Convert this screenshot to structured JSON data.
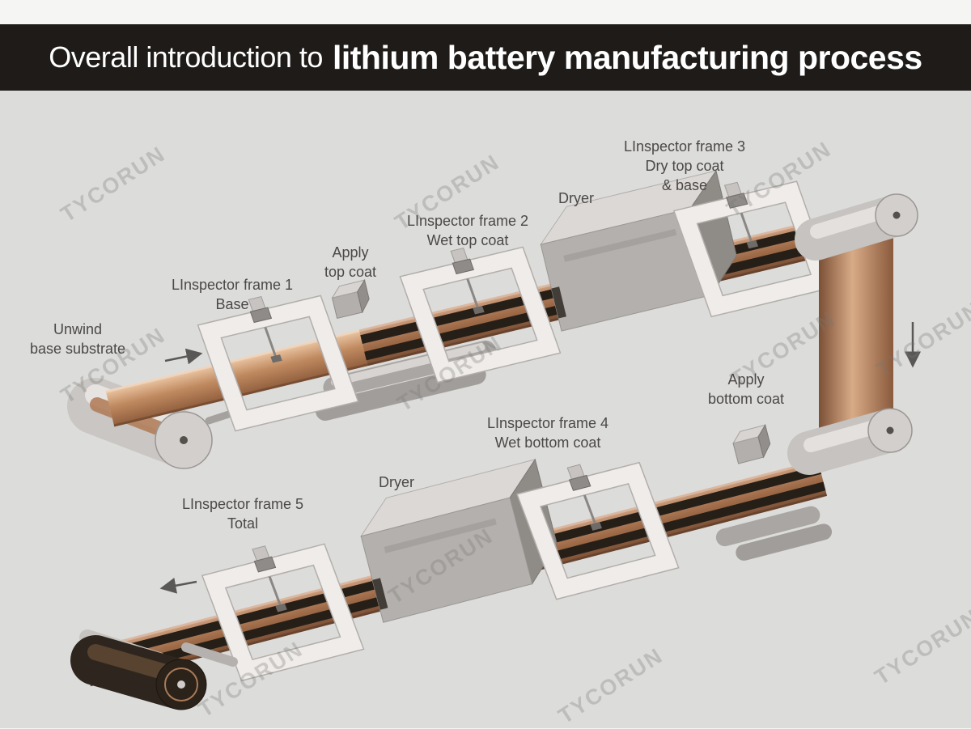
{
  "header": {
    "title_regular": "Overall introduction to",
    "title_bold": "lithium battery manufacturing process"
  },
  "watermark": "TYCORUN",
  "labels": {
    "unwind": {
      "line1": "Unwind",
      "line2": "base substrate"
    },
    "frame1": {
      "line1": "LInspector frame 1",
      "line2": "Base"
    },
    "apply_top": {
      "line1": "Apply",
      "line2": "top coat"
    },
    "frame2": {
      "line1": "LInspector frame 2",
      "line2": "Wet top coat"
    },
    "dryer_top": {
      "line1": "Dryer"
    },
    "frame3": {
      "line1": "LInspector frame 3",
      "line2": "Dry top coat",
      "line3": "& base"
    },
    "apply_bottom": {
      "line1": "Apply",
      "line2": "bottom coat"
    },
    "frame4": {
      "line1": "LInspector frame 4",
      "line2": "Wet bottom coat"
    },
    "dryer_bottom": {
      "line1": "Dryer"
    },
    "frame5": {
      "line1": "LInspector frame 5",
      "line2": "Total"
    }
  },
  "colors": {
    "header_bg": "#1e1b19",
    "canvas_bg": "#dcdcda",
    "copper_web": "#a06c49",
    "coating_stripe": "#261f18",
    "machine_gray": "#b4b0ad",
    "frame_white": "#efece9",
    "label_text": "#4b4846"
  }
}
